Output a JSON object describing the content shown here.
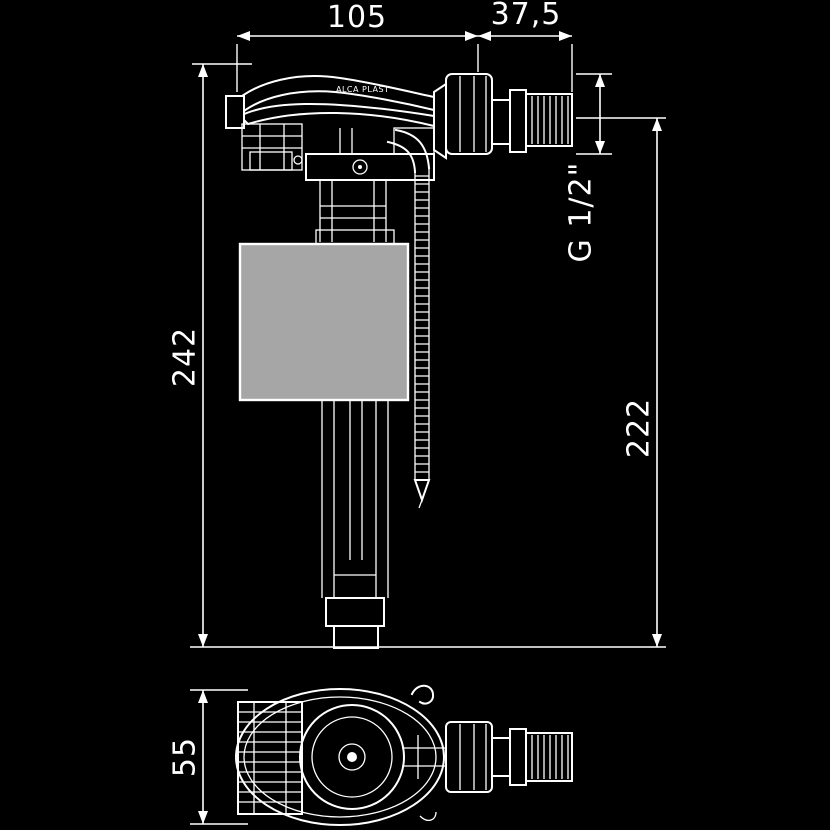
{
  "colors": {
    "background": "#000000",
    "line": "#ffffff",
    "float_fill": "#a6a6a6"
  },
  "labels": {
    "dim_width": "105",
    "dim_thread_length": "37,5",
    "dim_total_height": "242",
    "dim_body_height": "222",
    "dim_thread": "G 1/2\"",
    "dim_bottom_height": "55",
    "brand": "ALCA PLAST"
  }
}
